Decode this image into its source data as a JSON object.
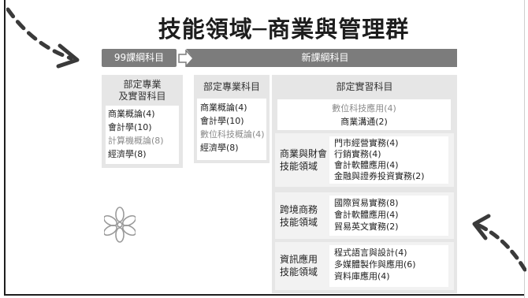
{
  "title": "技能領域─商業與管理群",
  "banners": {
    "old": "99課綱科目",
    "new": "新課綱科目"
  },
  "col_old": {
    "heading_line1": "部定專業",
    "heading_line2": "及實習科目",
    "items": [
      "商業概論(4)",
      "會計學(10)",
      "計算機概論(8)",
      "經濟學(8)"
    ]
  },
  "col_professional": {
    "heading": "部定專業科目",
    "items": [
      "商業概論(4)",
      "會計學(10)",
      "數位科技概論(4)",
      "經濟學(8)"
    ]
  },
  "col_practice": {
    "heading": "部定實習科目",
    "shared_items": [
      "數位科技應用(4)",
      "商業溝通(2)"
    ],
    "domains": [
      {
        "name_line1": "商業與財會",
        "name_line2": "技能領域",
        "items": [
          "門市經營實務(4)",
          "行銷實務(4)",
          "會計軟體應用(4)",
          "金融與證券投資實務(2)"
        ]
      },
      {
        "name_line1": "跨境商務",
        "name_line2": "技能領域",
        "items": [
          "國際貿易實務(8)",
          "會計軟體應用(4)",
          "貿易英文實務(2)"
        ]
      },
      {
        "name_line1": "資訊應用",
        "name_line2": "技能領域",
        "items": [
          "程式語言與設計(4)",
          "多媒體製作與應用(6)",
          "資料庫應用(4)"
        ]
      }
    ]
  },
  "colors": {
    "banner": "#7c7c7c",
    "panel": "#e6e6e6",
    "muted_text": "#8b8b8b"
  },
  "decorations": [
    "dashed-arrow-icon",
    "flower-icon"
  ]
}
